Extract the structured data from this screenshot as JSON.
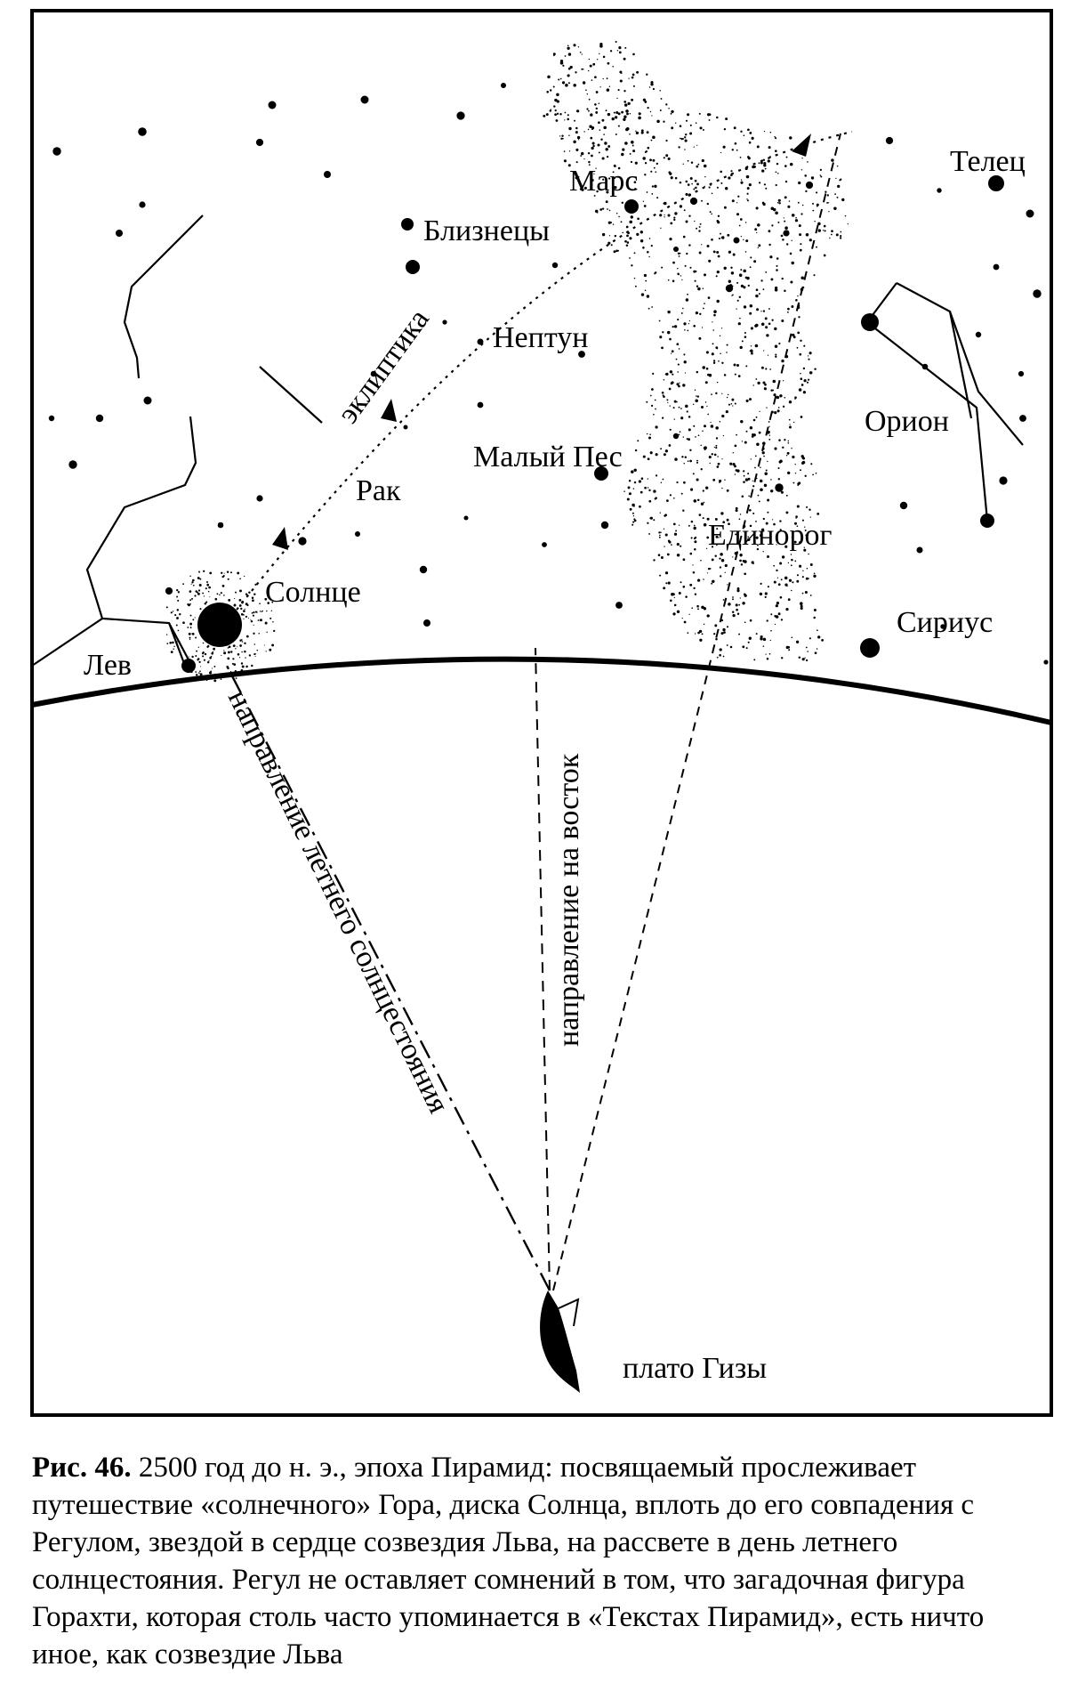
{
  "labels": {
    "taurus": "Телец",
    "mars": "Марс",
    "gemini": "Близнецы",
    "neptune": "Нептун",
    "ecliptic": "эклиптика",
    "orion": "Орион",
    "canis_minor": "Малый Пес",
    "cancer": "Рак",
    "monoceros": "Единорог",
    "sun": "Солнце",
    "sirius": "Сириус",
    "leo": "Лев",
    "solstice_direction": "направление летнего солнцестояния",
    "east_direction": "направление на восток",
    "giza": "плато Гизы"
  },
  "caption": {
    "figure": "Рис. 46.",
    "text": " 2500 год до н. э., эпоха Пирамид: посвящаемый прослеживает путешествие «солнечного» Гора, диска Солнца, вплоть до его совпадения с Регулом, звездой в сердце созвездия Льва, на рассвете в день летнего солнцестояния. Регул не оставляет сомнений в том, что загадочная фигура Горахти, которая столь часто упоминается в «Текстах Пирамид», есть ничто иное, как созвездие Льва"
  }
}
